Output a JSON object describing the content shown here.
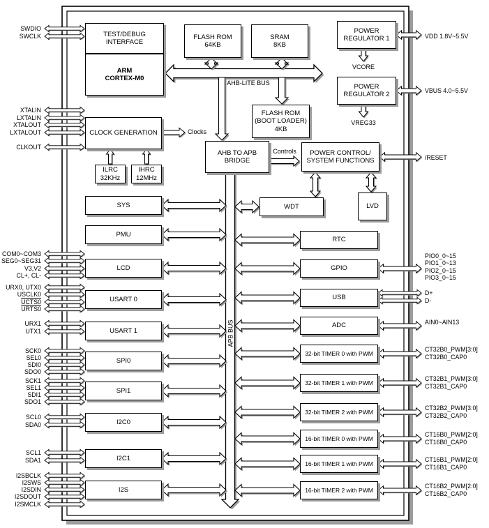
{
  "diagram": {
    "blocks": {
      "test_debug": "TEST/DEBUG\nINTERFACE",
      "arm": "ARM\nCORTEX-M0",
      "flash_rom": "FLASH ROM\n64KB",
      "sram": "SRAM\n8KB",
      "pwr_reg1": "POWER\nREGULATOR 1",
      "pwr_reg2": "POWER\nREGULATOR 2",
      "boot_rom": "FLASH ROM\n(BOOT LOADER)\n4KB",
      "clock_gen": "CLOCK GENERATION",
      "ilrc": "ILRC\n32KHz",
      "ihrc": "IHRC\n12MHz",
      "bridge": "AHB TO APB\nBRIDGE",
      "pwr_ctrl": "POWER CONTROL/\nSYSTEM FUNCTIONS",
      "wdt": "WDT",
      "lvd": "LVD",
      "sys": "SYS",
      "pmu": "PMU",
      "lcd": "LCD",
      "usart0": "USART 0",
      "usart1": "USART 1",
      "spi0": "SPI0",
      "spi1": "SPI1",
      "i2c0": "I2C0",
      "i2c1": "I2C1",
      "i2s": "I2S",
      "rtc": "RTC",
      "gpio": "GPIO",
      "usb": "USB",
      "adc": "ADC",
      "t32_0": "32-bit TIMER 0 with PWM",
      "t32_1": "32-bit TIMER 1 with PWM",
      "t32_2": "32-bit TIMER 2 with PWM",
      "t16_0": "16-bit TIMER 0 with PWM",
      "t16_1": "16-bit TIMER 1 with PWM",
      "t16_2": "16-bit TIMER 2 with PWM"
    },
    "buses": {
      "ahb": "AHB-LITE BUS",
      "apb": "APB BUS"
    },
    "annotations": {
      "clocks": "Clocks",
      "controls": "Controls",
      "vcore": "VCORE",
      "vreg33": "VREG33"
    },
    "left_pins": [
      {
        "label": "SWDIO"
      },
      {
        "label": "SWCLK"
      },
      {
        "label": "XTALIN"
      },
      {
        "label": "LXTALIN"
      },
      {
        "label": "XTALOUT"
      },
      {
        "label": "LXTALOUT"
      },
      {
        "label": "CLKOUT"
      },
      {
        "label": "COM0~COM3"
      },
      {
        "label": "SEG0~SEG31"
      },
      {
        "label": "V3,V2"
      },
      {
        "label": "CL+, CL-"
      },
      {
        "label": "URX0, UTX0"
      },
      {
        "label": "USCLK0"
      },
      {
        "label": "UCTS0",
        "overline": true
      },
      {
        "label": "URTS0",
        "overline": true
      },
      {
        "label": "URX1"
      },
      {
        "label": "UTX1"
      },
      {
        "label": "SCK0"
      },
      {
        "label": "SEL0"
      },
      {
        "label": "SDI0"
      },
      {
        "label": "SDO0"
      },
      {
        "label": "SCK1"
      },
      {
        "label": "SEL1"
      },
      {
        "label": "SDI1"
      },
      {
        "label": "SDO1"
      },
      {
        "label": "SCL0"
      },
      {
        "label": "SDA0"
      },
      {
        "label": "SCL1"
      },
      {
        "label": "SDA1"
      },
      {
        "label": "I2SBCLK"
      },
      {
        "label": "I2SWS"
      },
      {
        "label": "I2SDIN"
      },
      {
        "label": "I2SDOUT"
      },
      {
        "label": "I2SMCLK"
      }
    ],
    "right_pins": [
      {
        "label": "VDD 1.8V~5.5V"
      },
      {
        "label": "VBUS 4.0~5.5V"
      },
      {
        "label": "/RESET"
      },
      {
        "label": "PIO0_0~15"
      },
      {
        "label": "PIO1_0~13"
      },
      {
        "label": "PIO2_0~15"
      },
      {
        "label": "PIO3_0~15"
      },
      {
        "label": "D+"
      },
      {
        "label": "D-"
      },
      {
        "label": "AIN0~AIN13"
      },
      {
        "label": "CT32B0_PWM[3:0]"
      },
      {
        "label": "CT32B0_CAP0"
      },
      {
        "label": "CT32B1_PWM[3:0]"
      },
      {
        "label": "CT32B1_CAP0"
      },
      {
        "label": "CT32B2_PWM[3:0]"
      },
      {
        "label": "CT32B2_CAP0"
      },
      {
        "label": "CT16B0_PWM[2:0]"
      },
      {
        "label": "CT16B0_CAP0"
      },
      {
        "label": "CT16B1_PWM[2:0]"
      },
      {
        "label": "CT16B1_CAP0"
      },
      {
        "label": "CT16B2_PWM[2:0]"
      },
      {
        "label": "CT16B2_CAP0"
      }
    ]
  }
}
